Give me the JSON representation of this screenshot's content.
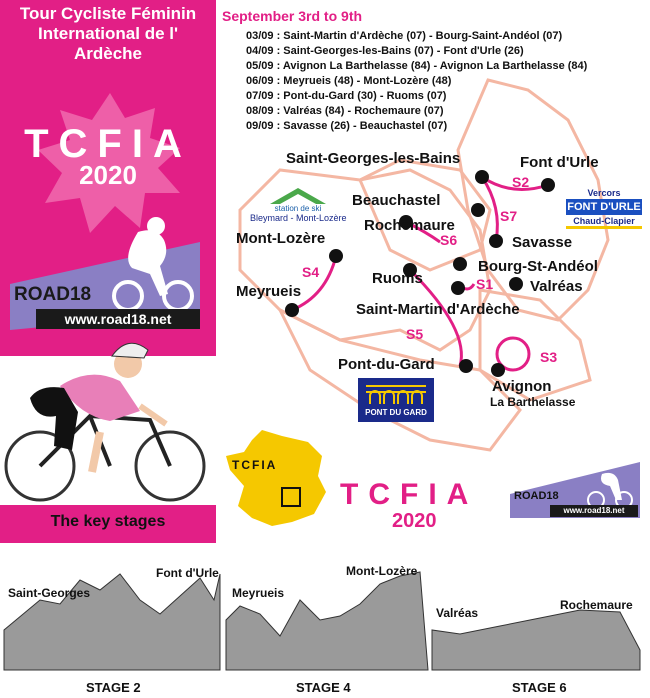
{
  "header": {
    "title_lines": [
      "Tour Cycliste Féminin",
      "International de l'",
      "Ardèche"
    ],
    "acronym": "TCFIA",
    "year": "2020"
  },
  "brand": {
    "name": "ROAD18",
    "url": "www.road18.net",
    "small_name": "ROAD18",
    "small_url": "www.road18.net"
  },
  "schedule": {
    "title": "September 3rd to 9th",
    "rows": [
      "03/09 : Saint-Martin d'Ardèche (07) - Bourg-Saint-Andéol (07)",
      "04/09 : Saint-Georges-les-Bains (07) - Font d'Urle (26)",
      "05/09 : Avignon La Barthelasse (84) - Avignon La Barthelasse (84)",
      "06/09 : Meyrueis (48) - Mont-Lozère (48)",
      "07/09 : Pont-du-Gard (30) - Ruoms (07)",
      "08/09 : Valréas (84) - Rochemaure (07)",
      "09/09 : Savasse (26) - Beauchastel (07)"
    ]
  },
  "map": {
    "cities": {
      "saint_georges": "Saint-Georges-les-Bains",
      "font_durle": "Font d'Urle",
      "beauchastel": "Beauchastel",
      "rochemaure": "Rochemaure",
      "savasse": "Savasse",
      "mont_lozere": "Mont-Lozère",
      "meyrueis": "Meyrueis",
      "ruoms": "Ruoms",
      "bourg": "Bourg-St-Andéol",
      "valreas": "Valréas",
      "saint_martin": "Saint-Martin d'Ardèche",
      "pont_du_gard": "Pont-du-Gard",
      "avignon": "Avignon",
      "barthelasse": "La Barthelasse"
    },
    "stages": [
      "S1",
      "S2",
      "S3",
      "S4",
      "S5",
      "S6",
      "S7"
    ],
    "logos": {
      "ski_top": "station de ski",
      "ski_bottom": "Bleymard - Mont-Lozère",
      "vercors_top": "Vercors",
      "vercors_main": "FONT D'URLE",
      "vercors_bottom": "Chaud-Clapier",
      "pont_du_gard": "PONT DU GARD"
    }
  },
  "france": {
    "label": "TCFIA"
  },
  "key_stages_label": "The key stages",
  "profiles": [
    {
      "stage": "STAGE 2",
      "labels": [
        "Saint-Georges",
        "Font d'Urle"
      ]
    },
    {
      "stage": "STAGE 4",
      "labels": [
        "Meyrueis",
        "Mont-Lozère"
      ]
    },
    {
      "stage": "STAGE 6",
      "labels": [
        "Valréas",
        "Rochemaure"
      ]
    }
  ],
  "colors": {
    "pink": "#e21f86",
    "salmon": "#f4b7a3",
    "yellow": "#f5c800",
    "purple": "#8a7fc4",
    "navy": "#1a2a8a",
    "gray": "#9a9a9a"
  }
}
